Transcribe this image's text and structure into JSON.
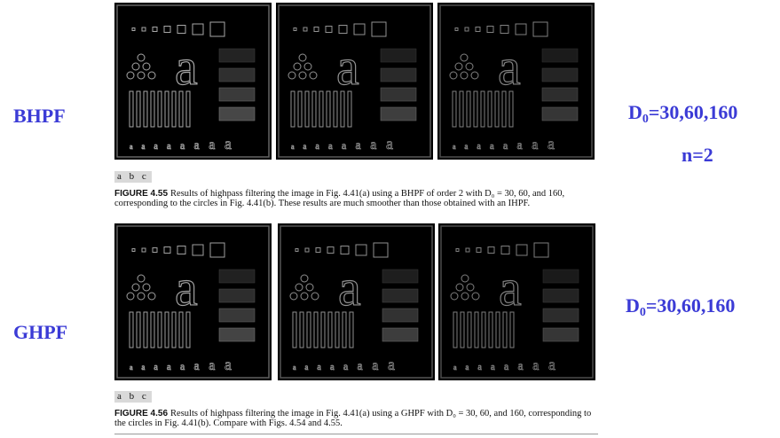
{
  "labels": {
    "bhpf": "BHPF",
    "ghpf": "GHPF",
    "bhpf_d0_prefix": "D",
    "bhpf_d0_sub": "0",
    "bhpf_d0_values": "=30,60,160",
    "bhpf_n": "n=2",
    "ghpf_d0_prefix": "D",
    "ghpf_d0_sub": "0",
    "ghpf_d0_values": "=30,60,160"
  },
  "figure_455": {
    "panel_letters": "a b c",
    "label": "FIGURE 4.55",
    "caption": "Results of highpass filtering the image in Fig. 4.41(a) using a BHPF of order 2 with D₀ = 30, 60, and 160, corresponding to the circles in Fig. 4.41(b). These results are much smoother than those obtained with an IHPF."
  },
  "figure_456": {
    "panel_letters": "a b c",
    "label": "FIGURE 4.56",
    "caption": "Results of highpass filtering the image in Fig. 4.41(a) using a GHPF with D₀ = 30, 60, and 160, corresponding to the circles in Fig. 4.41(b). Compare with Figs. 4.54 and 4.55."
  },
  "glyphs": {
    "big_letter": "a",
    "small_letter": "a"
  }
}
